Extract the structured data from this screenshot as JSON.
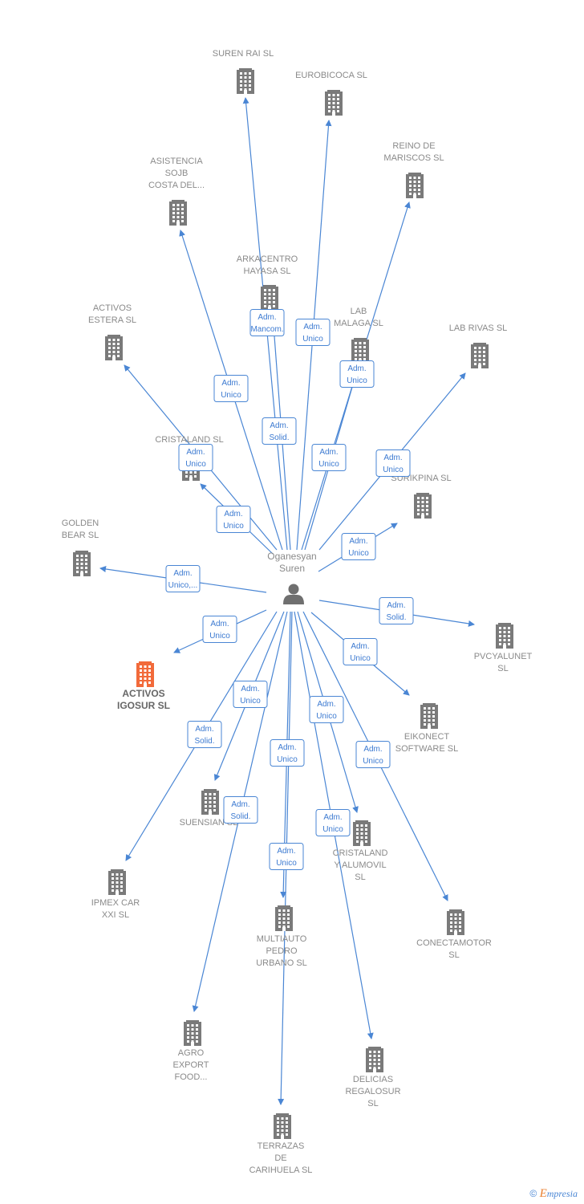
{
  "colors": {
    "edge": "#4a86d4",
    "node": "#7a7a7a",
    "focus": "#f26a3a",
    "label": "#8a8a8a"
  },
  "center": {
    "name_lines": [
      "Oganesyan",
      "Suren"
    ],
    "icon": "person-icon"
  },
  "nodes": [
    {
      "id": "suren-rai",
      "lines": [
        "SUREN RAI SL"
      ],
      "icon": "building-icon"
    },
    {
      "id": "eurobicoca",
      "lines": [
        "EUROBICOCA SL"
      ],
      "icon": "building-icon"
    },
    {
      "id": "reino-de-mariscos",
      "lines": [
        "REINO DE",
        "MARISCOS SL"
      ],
      "icon": "building-icon"
    },
    {
      "id": "asistencia-sojb",
      "lines": [
        "ASISTENCIA",
        "SOJB",
        "COSTA DEL..."
      ],
      "icon": "building-icon"
    },
    {
      "id": "arkacentro-hayasa",
      "lines": [
        "ARKACENTRO",
        "HAYASA SL"
      ],
      "icon": "building-icon"
    },
    {
      "id": "lab-malaga",
      "lines": [
        "LAB",
        "MALAGA SL"
      ],
      "icon": "building-icon"
    },
    {
      "id": "activos-estera",
      "lines": [
        "ACTIVOS",
        "ESTERA  SL"
      ],
      "icon": "building-icon"
    },
    {
      "id": "lab-rivas",
      "lines": [
        "LAB RIVAS SL"
      ],
      "icon": "building-icon"
    },
    {
      "id": "cristaland",
      "lines": [
        "CRISTALAND SL"
      ],
      "icon": "building-icon"
    },
    {
      "id": "surikpina",
      "lines": [
        "SURIKPINA  SL"
      ],
      "icon": "building-icon"
    },
    {
      "id": "golden-bear",
      "lines": [
        "GOLDEN",
        "BEAR SL"
      ],
      "icon": "building-icon"
    },
    {
      "id": "activos-igosur",
      "lines": [
        "ACTIVOS",
        "IGOSUR  SL"
      ],
      "icon": "building-icon",
      "focus": true
    },
    {
      "id": "pvcyalunet",
      "lines": [
        "PVCYALUNET",
        "SL"
      ],
      "icon": "building-icon"
    },
    {
      "id": "eikonect",
      "lines": [
        "EIKONECT",
        "SOFTWARE SL"
      ],
      "icon": "building-icon"
    },
    {
      "id": "suensian",
      "lines": [
        "SUENSIAN  SL"
      ],
      "icon": "building-icon"
    },
    {
      "id": "cristaland-alumovil",
      "lines": [
        "CRISTALAND",
        "Y ALUMOVIL",
        "SL"
      ],
      "icon": "building-icon"
    },
    {
      "id": "ipmex-car",
      "lines": [
        "IPMEX CAR",
        "XXI SL"
      ],
      "icon": "building-icon"
    },
    {
      "id": "multiauto",
      "lines": [
        "MULTIAUTO",
        "PEDRO",
        "URBANO SL"
      ],
      "icon": "building-icon"
    },
    {
      "id": "conectamotor",
      "lines": [
        "CONECTAMOTOR",
        "SL"
      ],
      "icon": "building-icon"
    },
    {
      "id": "agro-export",
      "lines": [
        "AGRO",
        "EXPORT",
        "FOOD..."
      ],
      "icon": "building-icon"
    },
    {
      "id": "delicias-regalosur",
      "lines": [
        "DELICIAS",
        "REGALOSUR",
        "SL"
      ],
      "icon": "building-icon"
    },
    {
      "id": "terrazas-carihuela",
      "lines": [
        "TERRAZAS",
        "DE",
        "CARIHUELA  SL"
      ],
      "icon": "building-icon"
    }
  ],
  "edges": [
    {
      "to": "suren-rai",
      "label": [
        "Adm.",
        "Mancom."
      ]
    },
    {
      "to": "eurobicoca",
      "label": [
        "Adm.",
        "Unico"
      ]
    },
    {
      "to": "reino-de-mariscos",
      "label": [
        "Adm.",
        "Unico"
      ]
    },
    {
      "to": "asistencia-sojb",
      "label": [
        "Adm.",
        "Unico"
      ]
    },
    {
      "to": "arkacentro-hayasa",
      "label": [
        "Adm.",
        "Solid."
      ]
    },
    {
      "to": "lab-malaga",
      "label": [
        "Adm.",
        "Unico"
      ]
    },
    {
      "to": "activos-estera",
      "label": [
        "Adm.",
        "Unico"
      ]
    },
    {
      "to": "lab-rivas",
      "label": [
        "Adm.",
        "Unico"
      ]
    },
    {
      "to": "cristaland",
      "label": [
        "Adm.",
        "Unico"
      ]
    },
    {
      "to": "surikpina",
      "label": [
        "Adm.",
        "Unico"
      ]
    },
    {
      "to": "golden-bear",
      "label": [
        "Adm.",
        "Unico,..."
      ]
    },
    {
      "to": "activos-igosur",
      "label": [
        "Adm.",
        "Unico"
      ]
    },
    {
      "to": "pvcyalunet",
      "label": [
        "Adm.",
        "Solid."
      ]
    },
    {
      "to": "eikonect",
      "label": [
        "Adm.",
        "Unico"
      ]
    },
    {
      "to": "suensian",
      "label": [
        "Adm.",
        "Unico"
      ]
    },
    {
      "to": "ipmex-car",
      "label": [
        "Adm.",
        "Solid."
      ]
    },
    {
      "to": "cristaland-alumovil",
      "label": [
        "Adm.",
        "Unico"
      ]
    },
    {
      "to": "multiauto",
      "label": [
        "Adm.",
        "Unico"
      ]
    },
    {
      "to": "conectamotor",
      "label": [
        "Adm.",
        "Unico"
      ]
    },
    {
      "to": "agro-export",
      "label": [
        "Adm.",
        "Solid."
      ]
    },
    {
      "to": "delicias-regalosur",
      "label": [
        "Adm.",
        "Unico"
      ]
    },
    {
      "to": "terrazas-carihuela",
      "label": [
        "Adm.",
        "Unico"
      ]
    }
  ],
  "footer": {
    "copyright": "©",
    "brand_initial": "E",
    "brand_rest": "mpresia"
  }
}
